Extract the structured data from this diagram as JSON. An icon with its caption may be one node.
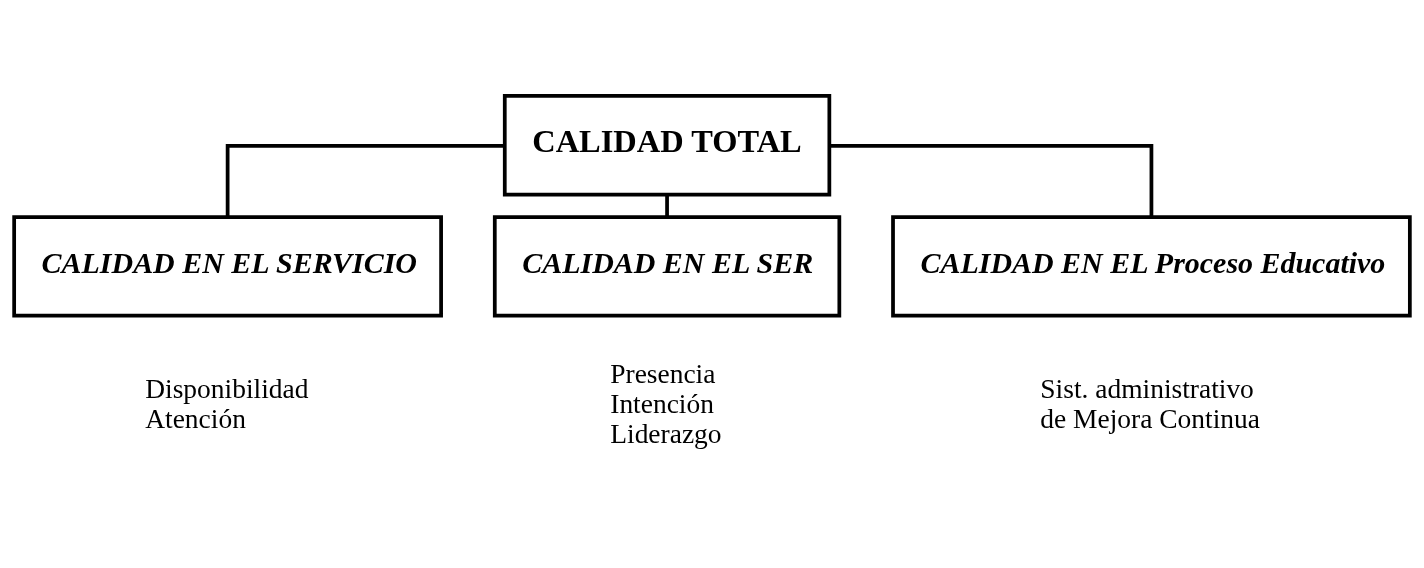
{
  "diagram": {
    "nodes": [
      {
        "text": [
          "CALIDAD TOTAL"
        ]
      },
      {
        "text": [
          "CALIDAD EN EL SERVICIO"
        ],
        "beside": [
          "Disponibilidad",
          "Atención"
        ]
      },
      {
        "text": [
          "CALIDAD EN EL SER"
        ],
        "beside": [
          "Presencia",
          "Intención",
          "Liderazgo"
        ]
      },
      {
        "text": [
          "CALIDAD EN EL Proceso Educativo"
        ],
        "beside": [
          "Sist. administrativo de Mejora Continua"
        ]
      }
    ],
    "edges": [
      {
        "from": 0,
        "to": 1,
        "arrow": "none"
      },
      {
        "from": 0,
        "to": 2,
        "arrow": "none"
      },
      {
        "from": 0,
        "to": 3,
        "arrow": "none"
      }
    ]
  }
}
